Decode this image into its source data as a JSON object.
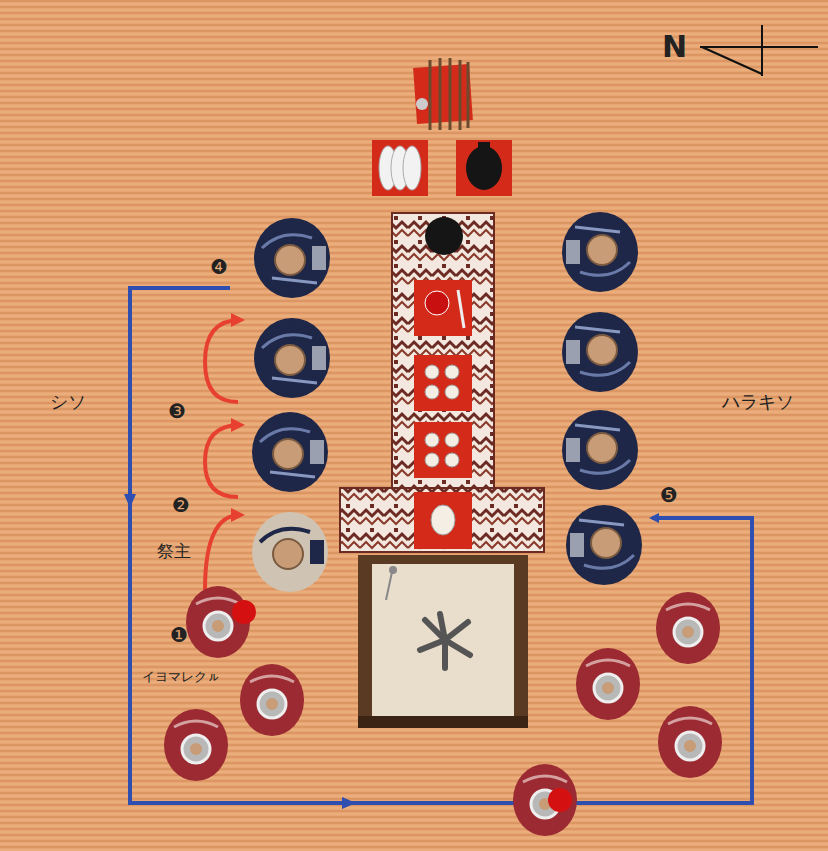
{
  "diagram": {
    "labels": [
      "N",
      "シソ",
      "ハラキソ",
      "祭主",
      "イヨマレクㇽ",
      "❶",
      "❷",
      "❸",
      "❹",
      "❺"
    ]
  }
}
